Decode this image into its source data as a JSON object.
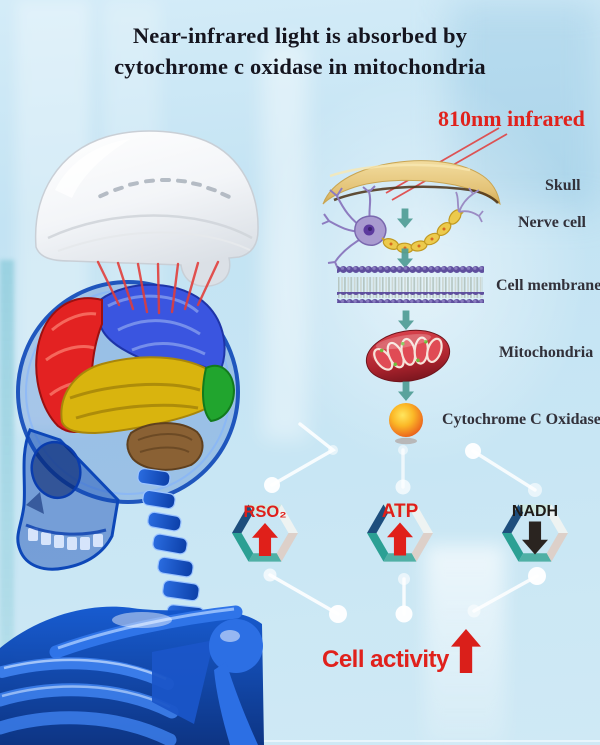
{
  "title": {
    "line1": "Near-infrared light is absorbed by",
    "line2": "cytochrome c oxidase in mitochondria"
  },
  "flow": {
    "beam_label": "810nm infrared",
    "steps": [
      {
        "id": "skull",
        "label": "Skull"
      },
      {
        "id": "nerve-cell",
        "label": "Nerve cell"
      },
      {
        "id": "cell-membrane",
        "label": "Cell membrane"
      },
      {
        "id": "mitochondria",
        "label": "Mitochondria"
      },
      {
        "id": "cytochrome-c-oxidase",
        "label": "Cytochrome C Oxidase"
      }
    ]
  },
  "badges": [
    {
      "id": "rso2",
      "label": "RSO₂",
      "trend": "up",
      "label_color": "#e01f1a",
      "arrow_color": "#e0201a"
    },
    {
      "id": "atp",
      "label": "ATP",
      "trend": "up",
      "label_color": "#e01f1a",
      "arrow_color": "#e0201a"
    },
    {
      "id": "nadh",
      "label": "NADH",
      "trend": "down",
      "label_color": "#1e1b18",
      "arrow_color": "#2a2420"
    }
  ],
  "footer": {
    "label": "Cell activity",
    "trend": "up",
    "color": "#da1f1a"
  },
  "colors": {
    "background_blue": "#c9e5f3",
    "accent_red": "#e0221c",
    "flow_arrow_teal": "#4f9c95",
    "hex_navy": "#1d4e7d",
    "hex_teal": "#2ea396",
    "title_text": "#15151f",
    "label_text": "#32313a"
  }
}
